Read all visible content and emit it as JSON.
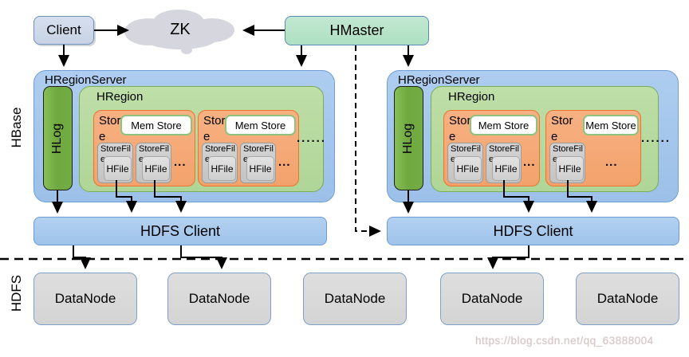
{
  "colors": {
    "server_fill": "#a6c6e9",
    "region_fill": "#b7d9a0",
    "store_fill": "#f5a873",
    "hlog_fill": "#7cb450",
    "hmaster_fill": "#b8e4cc",
    "client_fill": "#cdd7e6",
    "hdfs_client_fill": "#a9c9ec",
    "datanode_fill": "#d9d9d9",
    "memstore_border": "#8ec37c",
    "arrow": "#000000"
  },
  "nodes": {
    "client": "Client",
    "zk": "ZK",
    "hmaster": "HMaster"
  },
  "side_labels": {
    "hbase": "HBase",
    "hdfs": "HDFS"
  },
  "region_servers": [
    {
      "title": "HRegionServer",
      "hlog": "HLog",
      "hregion": {
        "title": "HRegion",
        "ellipsis": "......",
        "stores": [
          {
            "label": "Store",
            "memstore": "Mem Store",
            "ellipsis": "...",
            "storefiles": [
              {
                "label": "StoreFile",
                "hfile": "HFile"
              },
              {
                "label": "StoreFile",
                "hfile": "HFile"
              }
            ]
          },
          {
            "label": "Store",
            "memstore": "Mem Store",
            "ellipsis": "...",
            "storefiles": [
              {
                "label": "StoreFile",
                "hfile": "HFile"
              },
              {
                "label": "StoreFile",
                "hfile": "HFile"
              }
            ]
          }
        ]
      },
      "hdfs_client": "HDFS Client"
    },
    {
      "title": "HRegionServer",
      "hlog": "HLog",
      "hregion": {
        "title": "HRegion",
        "ellipsis": "......",
        "stores": [
          {
            "label": "Store",
            "memstore": "Mem Store",
            "ellipsis": "...",
            "storefiles": [
              {
                "label": "StoreFile",
                "hfile": "HFile"
              },
              {
                "label": "StoreFile",
                "hfile": "HFile"
              }
            ]
          },
          {
            "label": "Store",
            "memstore": "Mem Store",
            "ellipsis": "...",
            "storefiles": [
              {
                "label": "StoreFile",
                "hfile": "HFile"
              }
            ]
          }
        ]
      },
      "hdfs_client": "HDFS Client"
    }
  ],
  "datanodes": [
    "DataNode",
    "DataNode",
    "DataNode",
    "DataNode",
    "DataNode"
  ],
  "watermark": "https://blog.csdn.net/qq_63888004"
}
